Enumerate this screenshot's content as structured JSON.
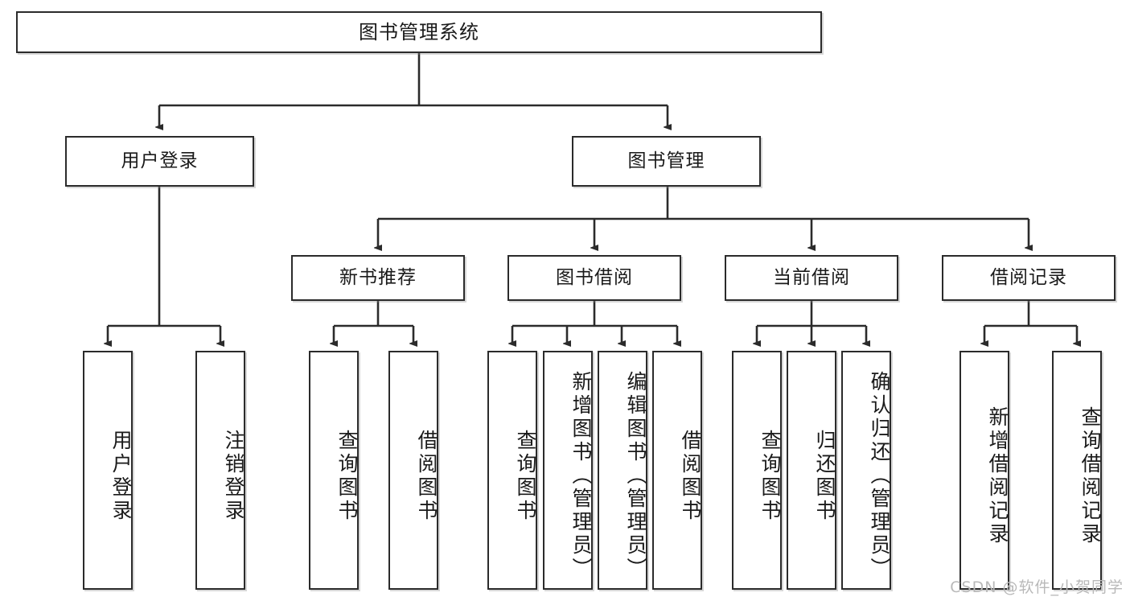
{
  "diagram": {
    "type": "tree-hierarchy-chart",
    "title": "图书管理系统",
    "watermark": "CSDN @软件_小贺同学",
    "colors": {
      "box_border": "#2b2b2b",
      "box_fill": "#ffffff",
      "edge": "#2b2b2b",
      "text": "#1a1a1a",
      "watermark": "#b9b9b9"
    },
    "root": {
      "label": "图书管理系统"
    },
    "level2": [
      {
        "label": "用户登录"
      },
      {
        "label": "图书管理"
      }
    ],
    "level3": [
      {
        "label": "新书推荐"
      },
      {
        "label": "图书借阅"
      },
      {
        "label": "当前借阅"
      },
      {
        "label": "借阅记录"
      }
    ],
    "leaves": {
      "user_login": [
        {
          "label": "用户登录"
        },
        {
          "label": "注销登录"
        }
      ],
      "new_book": [
        {
          "label": "查询图书"
        },
        {
          "label": "借阅图书"
        }
      ],
      "book_borrow": [
        {
          "label": "查询图书"
        },
        {
          "label": "新增图书（管理员）"
        },
        {
          "label": "编辑图书（管理员）"
        },
        {
          "label": "借阅图书"
        }
      ],
      "current_borrow": [
        {
          "label": "查询图书"
        },
        {
          "label": "归还图书"
        },
        {
          "label": "确认归还（管理员）"
        }
      ],
      "borrow_record": [
        {
          "label": "新增借阅记录"
        },
        {
          "label": "查询借阅记录"
        }
      ]
    }
  }
}
